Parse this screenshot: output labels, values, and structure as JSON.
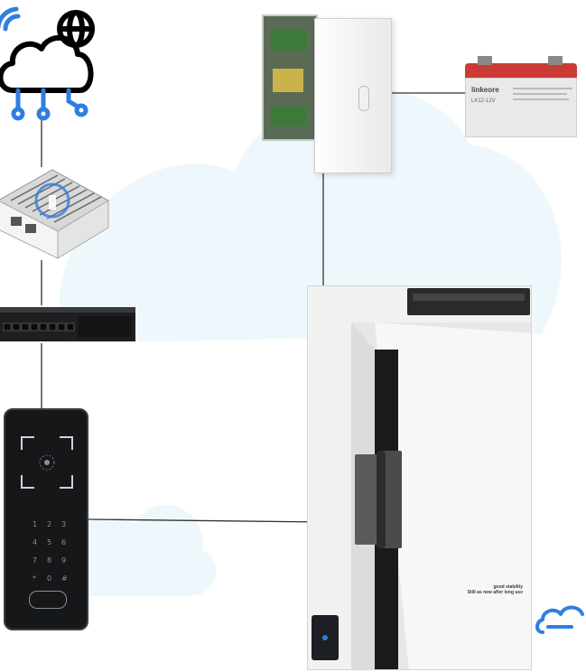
{
  "colors": {
    "cloud_bg": "#e6f5fb",
    "accent_blue": "#2f7ee0",
    "line": "#333333",
    "battery_red": "#c93b34",
    "keypad_body": "#151719",
    "switch_body": "#1f1f22",
    "door_frame": "#f1f1f1"
  },
  "icons": {
    "cloud_network": "cloud-globe-wifi-icon",
    "small_cloud": "small-cloud-icon"
  },
  "battery": {
    "brand": "linkeore",
    "model": "LK12-12V"
  },
  "keypad": {
    "keys": [
      "1",
      "2",
      "3",
      "4",
      "5",
      "6",
      "7",
      "8",
      "9",
      "*",
      "0",
      "#"
    ]
  },
  "door": {
    "caption_line1": "good stability",
    "caption_line2": "Still as new after long use"
  }
}
